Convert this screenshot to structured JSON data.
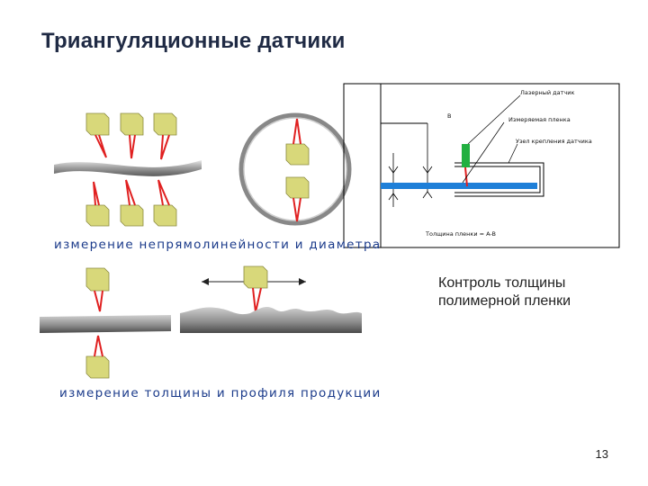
{
  "slide": {
    "title": "Триангуляционные датчики",
    "page_number": "13"
  },
  "left": {
    "caption_top": "измерение непрямолинейности и диаметра",
    "caption_bottom": "измерение толщины и профиля продукции"
  },
  "right": {
    "diagram": {
      "label_laser": "Лазерный датчик",
      "label_film": "Измеряемая пленка",
      "label_mount": "Узел крепления датчика",
      "label_b": "B",
      "label_thickness": "Толщина пленки = A-B"
    },
    "caption_lines": [
      "Контроль толщины",
      "полимерной пленки"
    ]
  },
  "colors": {
    "sensor_fill": "#d8d87a",
    "beam": "#e02020",
    "film": "#1e7fd8",
    "mount": "#22b040",
    "caption": "#1a3a8a"
  }
}
